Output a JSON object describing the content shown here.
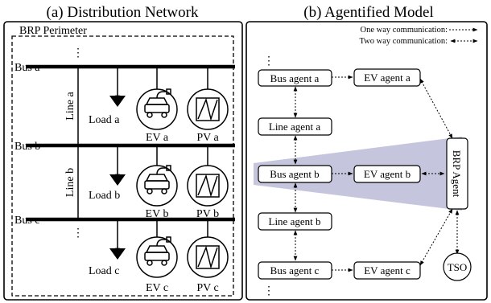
{
  "panel_a": {
    "title": "(a) Distribution Network",
    "perimeter_label": "BRP Perimeter",
    "buses": [
      "Bus a",
      "Bus b",
      "Bus c"
    ],
    "lines": [
      "Line a",
      "Line b"
    ],
    "loads": [
      "Load a",
      "Load b",
      "Load c"
    ],
    "evs": [
      "EV a",
      "EV b",
      "EV c"
    ],
    "pvs": [
      "PV a",
      "PV b",
      "PV c"
    ],
    "ellipsis": "⋮"
  },
  "panel_b": {
    "title": "(b) Agentified Model",
    "legend": {
      "one_way": "One way communication:",
      "two_way": "Two way communication:"
    },
    "bus_agents": [
      "Bus agent a",
      "Bus agent b",
      "Bus agent c"
    ],
    "line_agents": [
      "Line agent a",
      "Line agent b"
    ],
    "ev_agents": [
      "EV agent a",
      "EV agent b",
      "EV agent c"
    ],
    "brp_agent": "BRP Agent",
    "tso": "TSO",
    "ellipsis": "⋮",
    "highlight_color": "#c5c5dd"
  }
}
